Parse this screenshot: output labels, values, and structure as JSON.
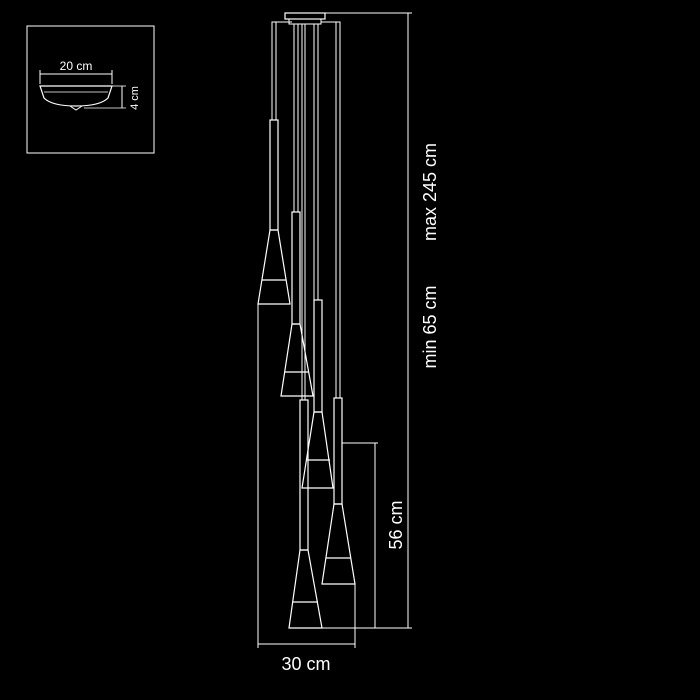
{
  "diagram": {
    "background": "#000000",
    "line_color": "#ffffff",
    "canopy_inset": {
      "width_label": "20 cm",
      "height_label": "4 cm"
    },
    "dimensions": {
      "total_height_label": "max 245 cm",
      "min_height_label": "min 65 cm",
      "shade_drop_label": "56 cm",
      "spread_label": "30 cm"
    },
    "pendant_count": 5
  }
}
